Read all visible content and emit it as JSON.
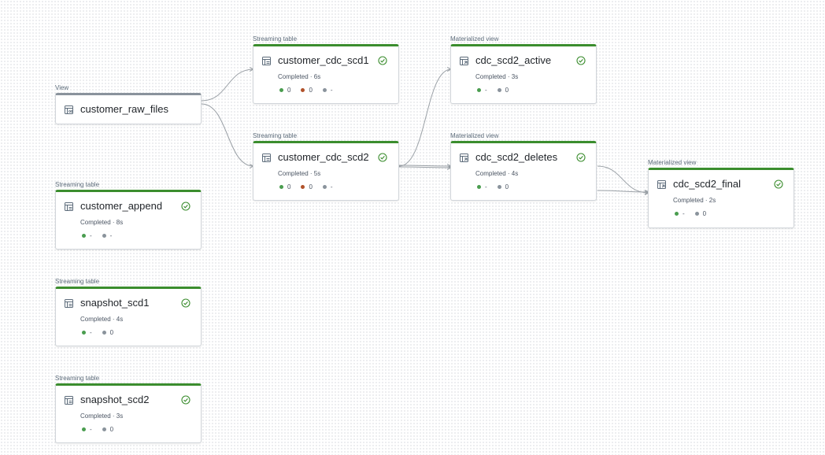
{
  "colors": {
    "success_bar": "#3b8d2e",
    "view_bar": "#8a939c",
    "check": "#3b8d2e",
    "metric_green": "#4a9d4f",
    "metric_orange": "#b1522a",
    "metric_grey": "#8a939c",
    "edge": "#9aa0a6"
  },
  "nodes": [
    {
      "type_label": "View",
      "title": "customer_raw_files",
      "status": null,
      "metrics": [],
      "icon": "view-table-icon",
      "status_icon": null
    },
    {
      "type_label": "Streaming table",
      "title": "customer_append",
      "status": "Completed · 8s",
      "metrics": [
        {
          "color": "green",
          "value": "-"
        },
        {
          "color": "grey",
          "value": "-"
        }
      ],
      "icon": "streaming-table-icon",
      "status_icon": "check-circle-icon"
    },
    {
      "type_label": "Streaming table",
      "title": "snapshot_scd1",
      "status": "Completed · 4s",
      "metrics": [
        {
          "color": "green",
          "value": "-"
        },
        {
          "color": "grey",
          "value": "0"
        }
      ],
      "icon": "streaming-table-icon",
      "status_icon": "check-circle-icon"
    },
    {
      "type_label": "Streaming table",
      "title": "snapshot_scd2",
      "status": "Completed · 3s",
      "metrics": [
        {
          "color": "green",
          "value": "-"
        },
        {
          "color": "grey",
          "value": "0"
        }
      ],
      "icon": "streaming-table-icon",
      "status_icon": "check-circle-icon"
    },
    {
      "type_label": "Streaming table",
      "title": "customer_cdc_scd1",
      "status": "Completed · 6s",
      "metrics": [
        {
          "color": "green",
          "value": "0"
        },
        {
          "color": "orange",
          "value": "0"
        },
        {
          "color": "grey",
          "value": "-"
        }
      ],
      "icon": "streaming-table-icon",
      "status_icon": "check-circle-icon"
    },
    {
      "type_label": "Streaming table",
      "title": "customer_cdc_scd2",
      "status": "Completed · 5s",
      "metrics": [
        {
          "color": "green",
          "value": "0"
        },
        {
          "color": "orange",
          "value": "0"
        },
        {
          "color": "grey",
          "value": "-"
        }
      ],
      "icon": "streaming-table-icon",
      "status_icon": "check-circle-icon"
    },
    {
      "type_label": "Materialized view",
      "title": "cdc_scd2_active",
      "status": "Completed · 3s",
      "metrics": [
        {
          "color": "green",
          "value": "-"
        },
        {
          "color": "grey",
          "value": "0"
        }
      ],
      "icon": "materialized-view-icon",
      "status_icon": "check-circle-icon"
    },
    {
      "type_label": "Materialized view",
      "title": "cdc_scd2_deletes",
      "status": "Completed · 4s",
      "metrics": [
        {
          "color": "green",
          "value": "-"
        },
        {
          "color": "grey",
          "value": "0"
        }
      ],
      "icon": "materialized-view-icon",
      "status_icon": "check-circle-icon"
    },
    {
      "type_label": "Materialized view",
      "title": "cdc_scd2_final",
      "status": "Completed · 2s",
      "metrics": [
        {
          "color": "green",
          "value": "-"
        },
        {
          "color": "grey",
          "value": "0"
        }
      ],
      "icon": "materialized-view-icon",
      "status_icon": "check-circle-icon"
    }
  ],
  "edges": [
    {
      "from": "customer_raw_files",
      "to": "customer_cdc_scd1"
    },
    {
      "from": "customer_raw_files",
      "to": "customer_cdc_scd2"
    },
    {
      "from": "customer_cdc_scd2",
      "to": "cdc_scd2_active"
    },
    {
      "from": "customer_cdc_scd2",
      "to": "cdc_scd2_deletes"
    },
    {
      "from": "customer_cdc_scd2",
      "to": "cdc_scd2_deletes"
    },
    {
      "from": "cdc_scd2_deletes",
      "to": "cdc_scd2_final"
    },
    {
      "from": "cdc_scd2_deletes",
      "to": "cdc_scd2_final"
    }
  ]
}
